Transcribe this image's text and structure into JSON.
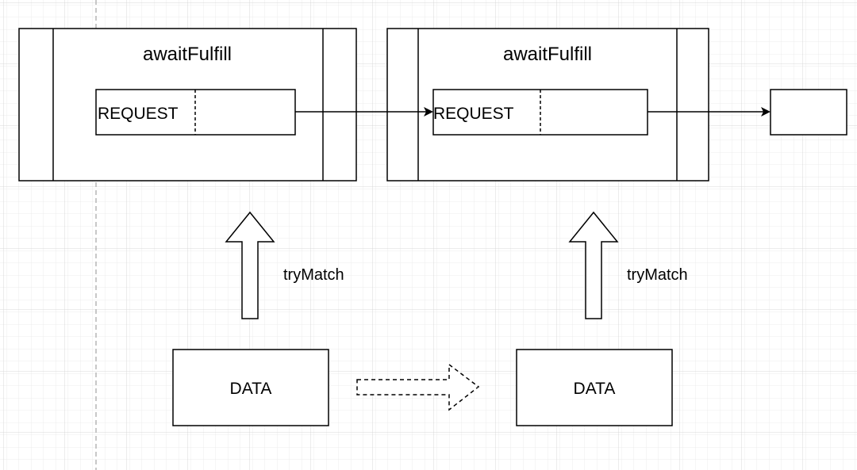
{
  "node_1": {
    "title": "awaitFulfill",
    "slot_label": "REQUEST"
  },
  "node_2": {
    "title": "awaitFulfill",
    "slot_label": "REQUEST"
  },
  "data_1": {
    "label": "DATA"
  },
  "data_2": {
    "label": "DATA"
  },
  "arrow_up_1": {
    "label": "tryMatch"
  },
  "arrow_up_2": {
    "label": "tryMatch"
  },
  "colors": {
    "stroke": "#000000",
    "grid_minor": "#e6e6e6",
    "grid_major": "#d0d0d0",
    "guide": "#b0b0b0",
    "background": "#ffffff"
  }
}
